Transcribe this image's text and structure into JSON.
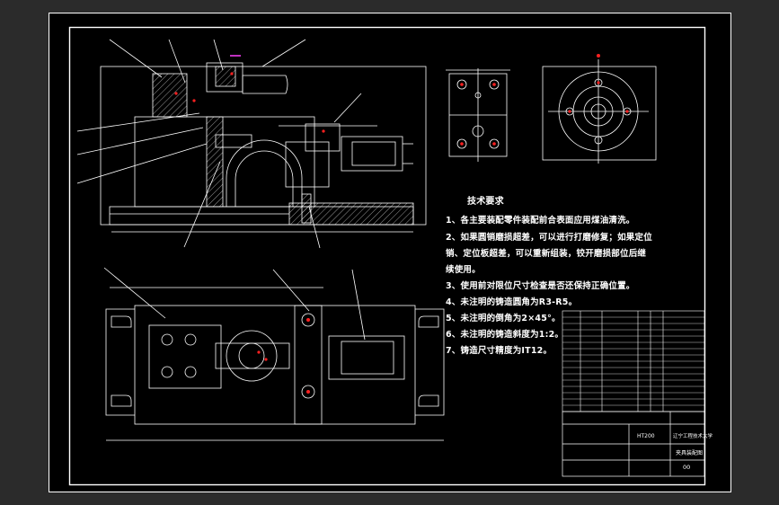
{
  "technical_requirements": {
    "title": "技术要求",
    "items": [
      "1、各主要装配零件装配前合表面应用煤油清洗。",
      "2、如果圆销磨损超差，可以进行打磨修复；如果定位",
      "销、定位板超差，可以重新组装，铰开磨损部位后继",
      "续使用。",
      "3、使用前对限位尺寸检查是否还保持正确位置。",
      "4、未注明的铸造圆角为R3-R5。",
      "5、未注明的倒角为2×45°。",
      "6、未注明的铸造斜度为1:2。",
      "7、铸造尺寸精度为IT12。"
    ]
  },
  "title_block": {
    "material": "HT200",
    "school": "辽宁工程技术大学",
    "drawing_name": "夹具装配图",
    "drawing_code": "00"
  },
  "colors": {
    "background": "#2b2b2b",
    "paper": "#000000",
    "line": "#ffffff",
    "accent_red": "#ff2020",
    "accent_magenta": "#ff40ff"
  }
}
